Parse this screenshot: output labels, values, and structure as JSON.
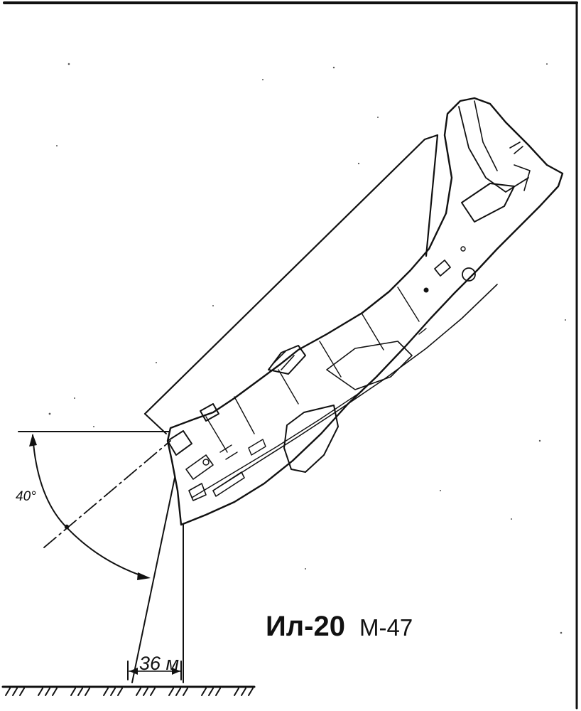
{
  "diagram": {
    "angle_label": "40°",
    "distance_label": "36 м",
    "aircraft_name": "Ил-20",
    "engine_label": "М-47"
  }
}
